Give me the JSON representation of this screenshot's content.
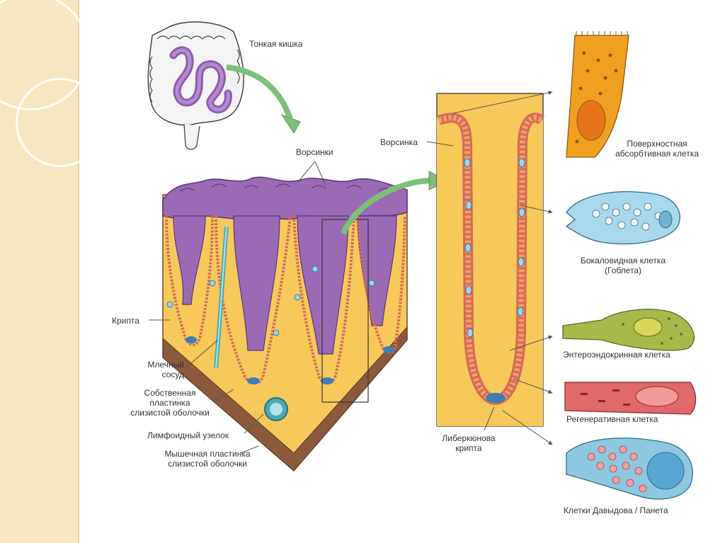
{
  "labels": {
    "small_intestine": "Тонкая кишка",
    "villi": "Ворсинки",
    "villus": "Ворсинка",
    "crypt": "Крипта",
    "lacteal_1": "Млечный",
    "lacteal_2": "сосуд",
    "lamina_propria_1": "Собственная",
    "lamina_propria_2": "пластинка",
    "lamina_propria_3": "слизистой оболочки",
    "lymphoid_nodule": "Лимфоидный узелок",
    "muscularis_mucosae_1": "Мышечная пластинка",
    "muscularis_mucosae_2": "слизистой оболочки",
    "lieberkuhn_crypt_1": "Либеркюнова",
    "lieberkuhn_crypt_2": "крипта",
    "absorptive_cell_1": "Поверхностная",
    "absorptive_cell_2": "абсорбтивная клетка",
    "goblet_cell_1": "Бокаловидная клетка",
    "goblet_cell_2": "(Гоблета)",
    "enteroendocrine_cell": "Энтероэндокринная клетка",
    "regenerative_cell": "Регенеративная клетка",
    "paneth_cell": "Клетки Давыдова / Панета"
  },
  "colors": {
    "lamina": "#f7c95a",
    "villus_surface": "#9a6ab5",
    "villus_dark": "#6d3f8c",
    "epithelium": "#e8907a",
    "goblet": "#9fd3e8",
    "absorptive_cell": "#f0a020",
    "goblet_cell": "#a9d8ec",
    "enteroendocrine_cell": "#a8b84a",
    "regenerative_cell": "#e06a6a",
    "paneth_cell": "#8ec8e0",
    "arrow_green": "#7cc079"
  }
}
